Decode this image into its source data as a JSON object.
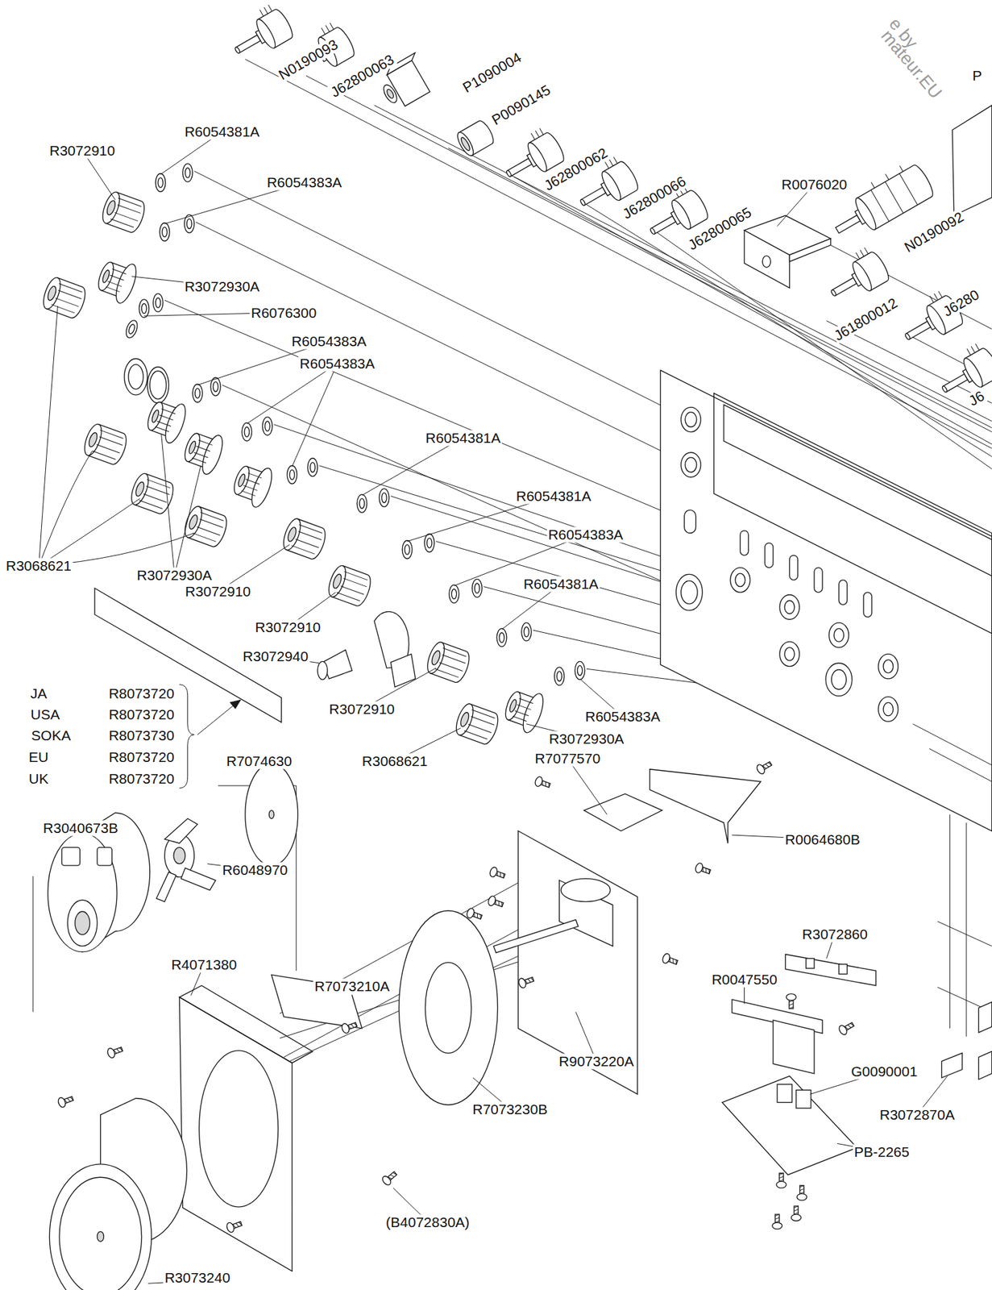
{
  "diagram": {
    "labels": [
      "N0190093",
      "J62800063",
      "P1090004",
      "P0090145",
      "J62800062",
      "J62800066",
      "J62800065",
      "R0076020",
      "N0190092",
      "J61800012",
      "J6280",
      "J6",
      "P",
      "e by",
      "mateur.EU",
      "R3072910",
      "R6054381A",
      "R6054383A",
      "R3072930A",
      "R6076300",
      "R6054383A",
      "R6054383A",
      "R6054381A",
      "R6054381A",
      "R6054383A",
      "R6054381A",
      "R3068621",
      "R3072930A",
      "R3072910",
      "R3072910",
      "R3072940",
      "R3072910",
      "R6054383A",
      "R3072930A",
      "R3068621",
      "R7077570",
      "JA",
      "R8073720",
      "USA",
      "R8073720",
      "SOKA",
      "R8073730",
      "EU",
      "R8073720",
      "UK",
      "R8073720",
      "R7074630",
      "R3040673B",
      "R6048970",
      "R0064680B",
      "R3072860",
      "R4071380",
      "R7073210A",
      "R0047550",
      "G0090001",
      "R9073220A",
      "R3072870A",
      "R7073230B",
      "PB-2265",
      "(B4072830A)",
      "R3073240"
    ]
  }
}
